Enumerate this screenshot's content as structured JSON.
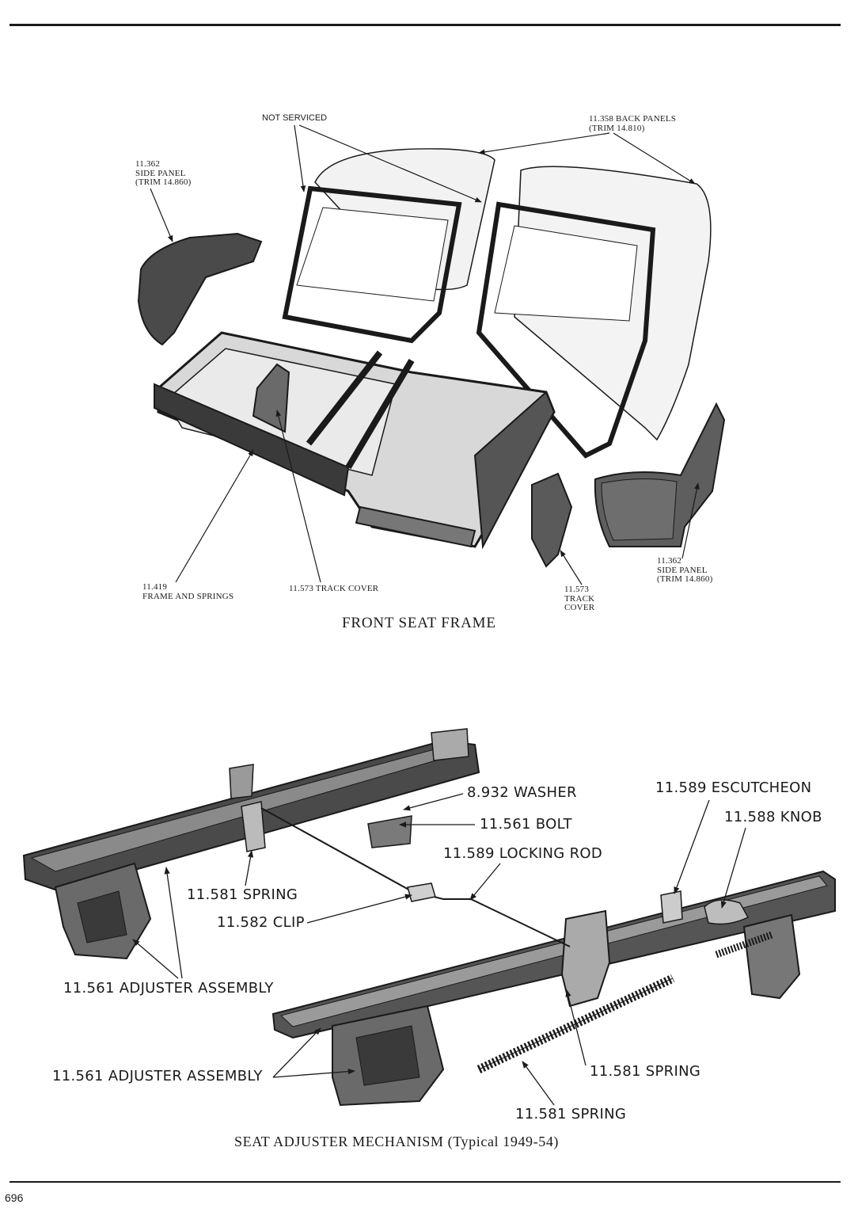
{
  "page_number": "696",
  "front_seat": {
    "caption": "FRONT SEAT FRAME",
    "labels": {
      "not_serviced": "NOT SERVICED",
      "back_panels_num": "11.358 BACK PANELS",
      "back_panels_trim": "(TRIM 14.810)",
      "side_panel_left_num": "11.362",
      "side_panel_left_name": "SIDE PANEL",
      "side_panel_left_trim": "(TRIM 14.860)",
      "frame_num": "11.419",
      "frame_name": "FRAME AND SPRINGS",
      "track_cover_center": "11.573 TRACK COVER",
      "track_cover_right_num": "11.573",
      "track_cover_right_l1": "TRACK",
      "track_cover_right_l2": "COVER",
      "side_panel_right_num": "11.362",
      "side_panel_right_name": "SIDE PANEL",
      "side_panel_right_trim": "(TRIM 14.860)"
    }
  },
  "seat_adjuster": {
    "caption_main": "SEAT ADJUSTER MECHANISM",
    "caption_sub": "(Typical 1949-54)",
    "labels": {
      "washer": "8.932 WASHER",
      "escutcheon": "11.589 ESCUTCHEON",
      "bolt": "11.561 BOLT",
      "knob": "11.588 KNOB",
      "locking_rod": "11.589 LOCKING ROD",
      "spring_upper": "11.581 SPRING",
      "clip": "11.582 CLIP",
      "adjuster_upper": "11.561 ADJUSTER ASSEMBLY",
      "adjuster_lower": "11.561 ADJUSTER ASSEMBLY",
      "spring_right": "11.581 SPRING",
      "spring_bottom": "11.581 SPRING"
    }
  }
}
